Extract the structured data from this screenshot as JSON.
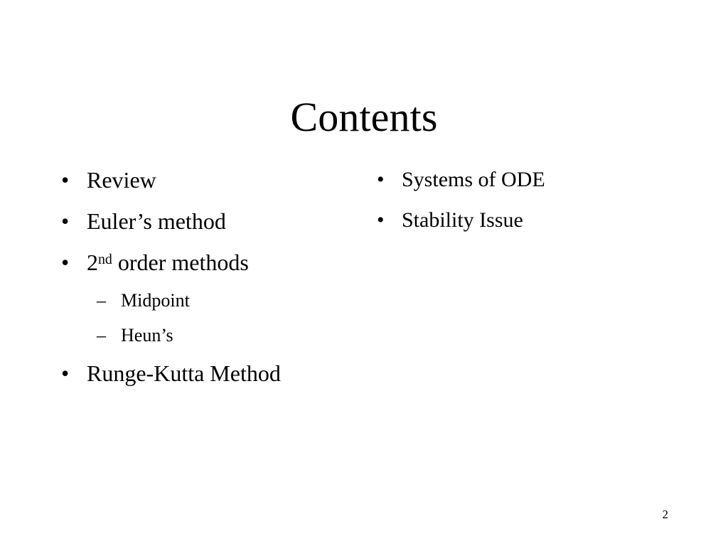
{
  "slide": {
    "title": "Contents",
    "page_number": "2",
    "background_color": "#ffffff",
    "text_color": "#000000"
  },
  "columns": {
    "left": {
      "items": [
        {
          "marker": "•",
          "text": "Review"
        },
        {
          "marker": "•",
          "text": "Euler’s method"
        },
        {
          "marker": "•",
          "text_before_sup": "2",
          "superscript": "nd",
          "text_after_sup": " order methods"
        },
        {
          "marker": "•",
          "text": "Runge-Kutta Method"
        }
      ],
      "sub_items": [
        {
          "marker": "–",
          "text": "Midpoint"
        },
        {
          "marker": "–",
          "text": "Heun’s"
        }
      ]
    },
    "right": {
      "items": [
        {
          "marker": "•",
          "text": "Systems of ODE"
        },
        {
          "marker": "•",
          "text": "Stability Issue"
        }
      ]
    }
  }
}
